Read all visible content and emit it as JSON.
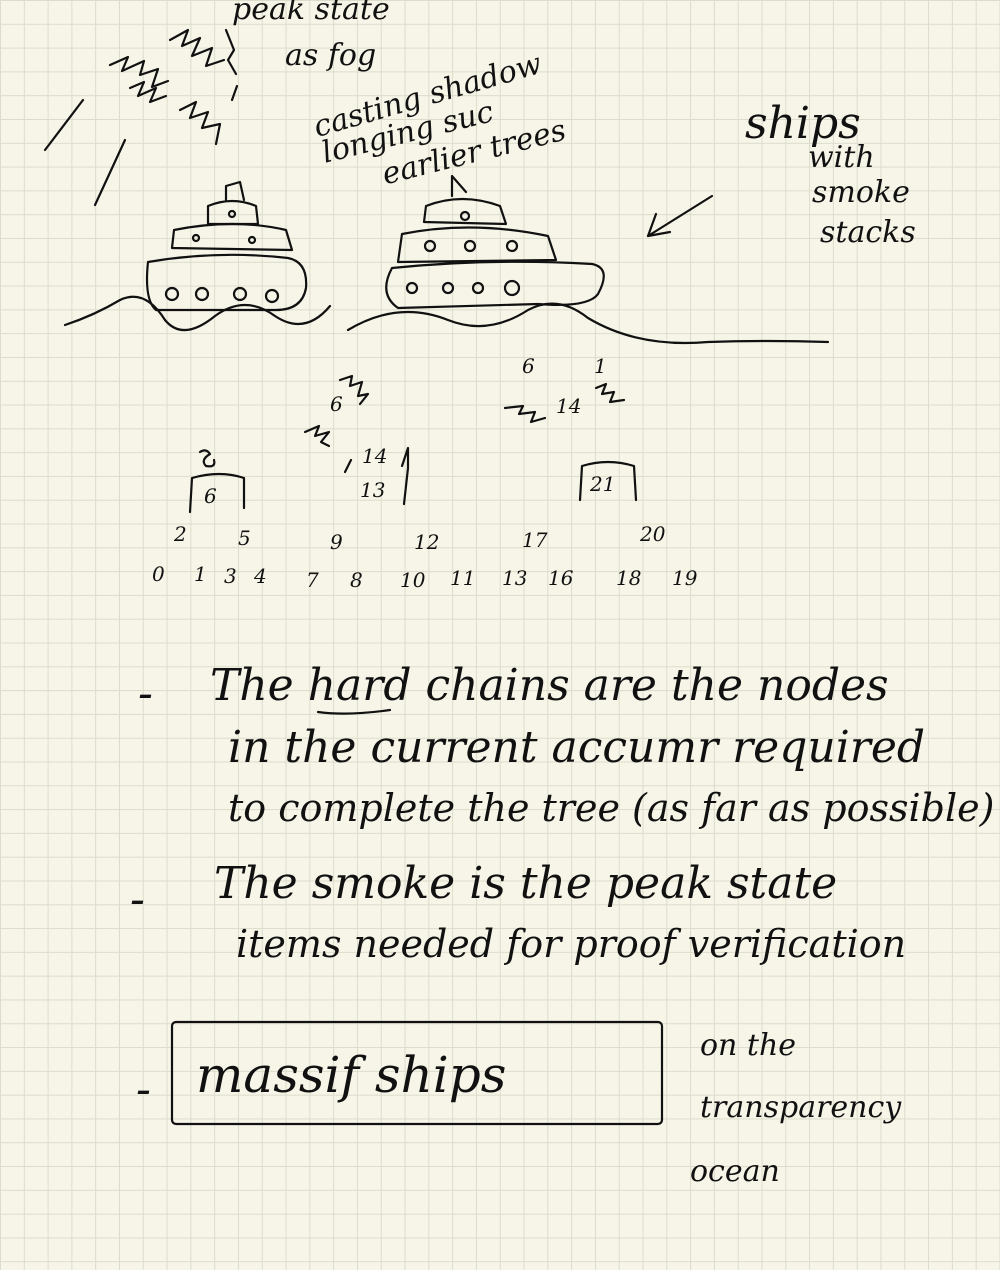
{
  "top_notes": {
    "line1": "peak state",
    "line2": "as fog",
    "line3": "casting shadow",
    "line4": "longing suc",
    "line5": "earlier trees"
  },
  "ships_note": {
    "line1": "ships",
    "line2": "with",
    "line3": "smoke",
    "line4": "stacks"
  },
  "tree": {
    "smoke_left": [
      "6",
      "14"
    ],
    "smoke_right": [
      "6",
      "1",
      "14"
    ],
    "boxes": [
      "6",
      "13",
      "21"
    ],
    "row1": [
      "2",
      "5",
      "9",
      "12",
      "17",
      "20"
    ],
    "row0": [
      "0",
      "1",
      "3",
      "4",
      "7",
      "8",
      "10",
      "11",
      "13",
      "16",
      "18",
      "19"
    ]
  },
  "bullets": [
    {
      "marker": "-",
      "lines": [
        "The hard chains are the nodes",
        "in the current accumr required",
        "to complete the tree (as far as possible)"
      ],
      "underline_word": "hard"
    },
    {
      "marker": "-",
      "lines": [
        "The smoke is the peak state",
        "items needed for proof verification"
      ]
    },
    {
      "marker": "-",
      "boxed": "massif ships",
      "lines": [
        "on the",
        "transparency",
        "ocean"
      ]
    }
  ]
}
